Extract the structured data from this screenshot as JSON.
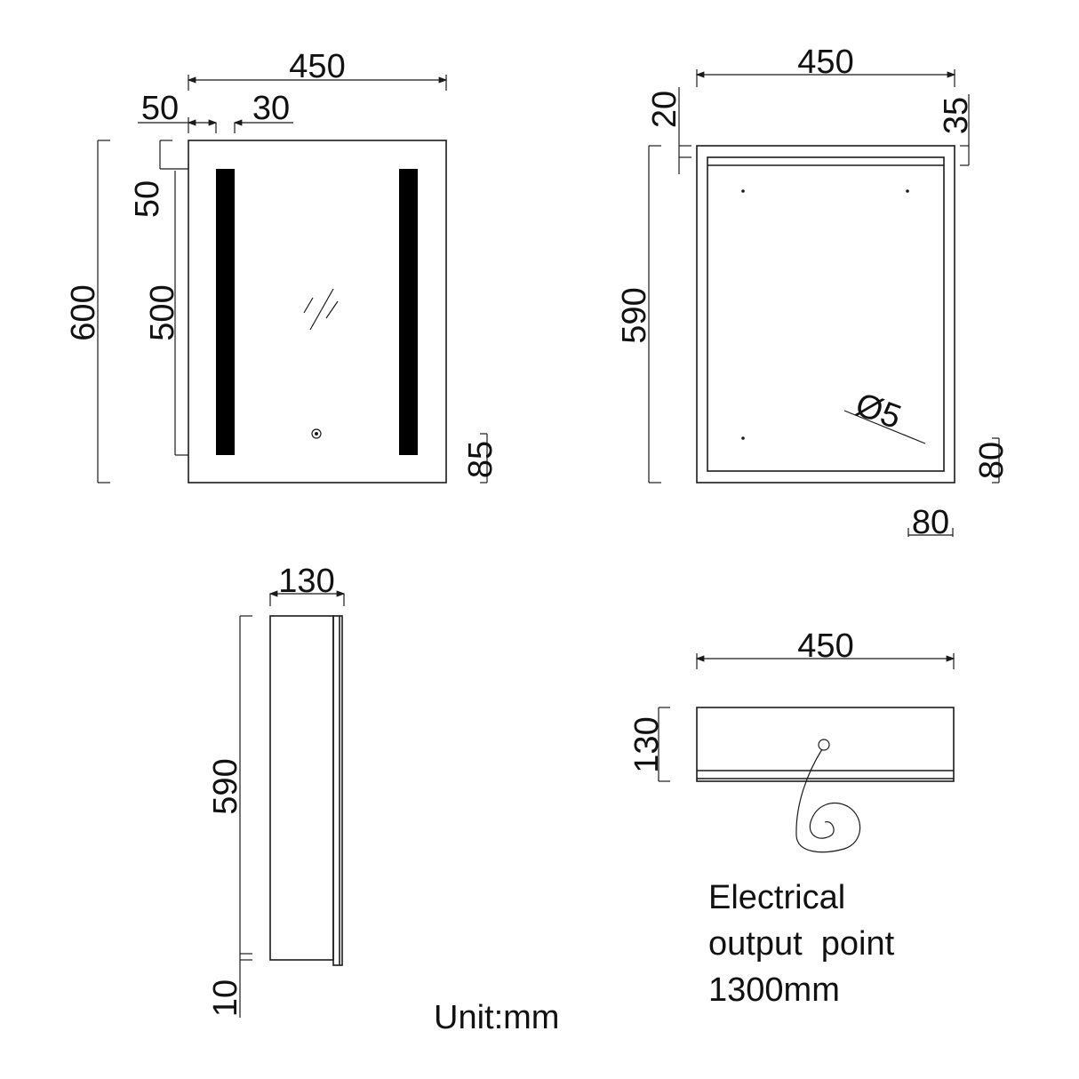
{
  "drawing": {
    "unit_label": "Unit:mm",
    "front_view": {
      "width": "450",
      "led_offset_left": "50",
      "led_width": "30",
      "height": "600",
      "led_offset_top": "50",
      "led_height": "500",
      "bottom_margin": "85"
    },
    "back_view": {
      "width": "450",
      "top_left_offset": "20",
      "top_right_offset": "35",
      "height": "590",
      "hole_diameter": "Ø5",
      "hole_offset_bottom": "80",
      "hole_offset_right": "80"
    },
    "side_view": {
      "depth": "130",
      "height": "590",
      "bottom_offset": "10"
    },
    "top_view": {
      "width": "450",
      "depth": "130"
    },
    "electrical_note": {
      "line1": "Electrical",
      "line2": "output  point",
      "line3": "1300mm"
    }
  },
  "colors": {
    "line": "#1a1a1a",
    "led_strip": "#000000",
    "background": "#ffffff"
  }
}
